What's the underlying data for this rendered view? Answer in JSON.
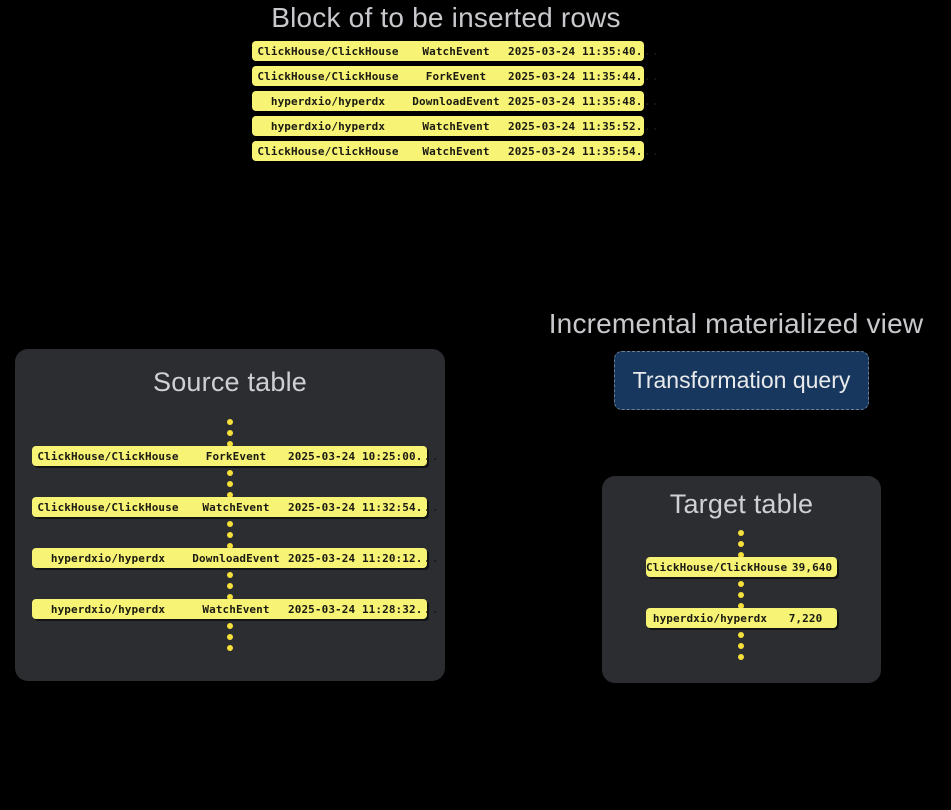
{
  "block": {
    "title": "Block of to be inserted rows",
    "rows": [
      {
        "repo": "ClickHouse/ClickHouse",
        "event": "WatchEvent",
        "time": "2025-03-24 11:35:40",
        "more": "..."
      },
      {
        "repo": "ClickHouse/ClickHouse",
        "event": "ForkEvent",
        "time": "2025-03-24 11:35:44",
        "more": "..."
      },
      {
        "repo": "hyperdxio/hyperdx",
        "event": "DownloadEvent",
        "time": "2025-03-24 11:35:48",
        "more": "..."
      },
      {
        "repo": "hyperdxio/hyperdx",
        "event": "WatchEvent",
        "time": "2025-03-24 11:35:52",
        "more": "..."
      },
      {
        "repo": "ClickHouse/ClickHouse",
        "event": "WatchEvent",
        "time": "2025-03-24 11:35:54",
        "more": "..."
      }
    ]
  },
  "source_table": {
    "title": "Source table",
    "rows": [
      {
        "repo": "ClickHouse/ClickHouse",
        "event": "ForkEvent",
        "time": "2025-03-24 10:25:00",
        "more": "..."
      },
      {
        "repo": "ClickHouse/ClickHouse",
        "event": "WatchEvent",
        "time": "2025-03-24 11:32:54",
        "more": "..."
      },
      {
        "repo": "hyperdxio/hyperdx",
        "event": "DownloadEvent",
        "time": "2025-03-24 11:20:12",
        "more": "..."
      },
      {
        "repo": "hyperdxio/hyperdx",
        "event": "WatchEvent",
        "time": "2025-03-24 11:28:32",
        "more": "..."
      }
    ]
  },
  "materialized_view": {
    "title": "Incremental materialized view",
    "query_label": "Transformation query"
  },
  "target_table": {
    "title": "Target table",
    "rows": [
      {
        "repo": "ClickHouse/ClickHouse",
        "count": "39,640"
      },
      {
        "repo": "hyperdxio/hyperdx",
        "count": "7,220"
      }
    ]
  },
  "colors": {
    "background": "#000000",
    "card": "#2b2d31",
    "row_yellow": "#f7f375",
    "dot_yellow": "#f7e03a",
    "query_blue": "#17375e",
    "heading_gray": "#c9c9cd"
  }
}
